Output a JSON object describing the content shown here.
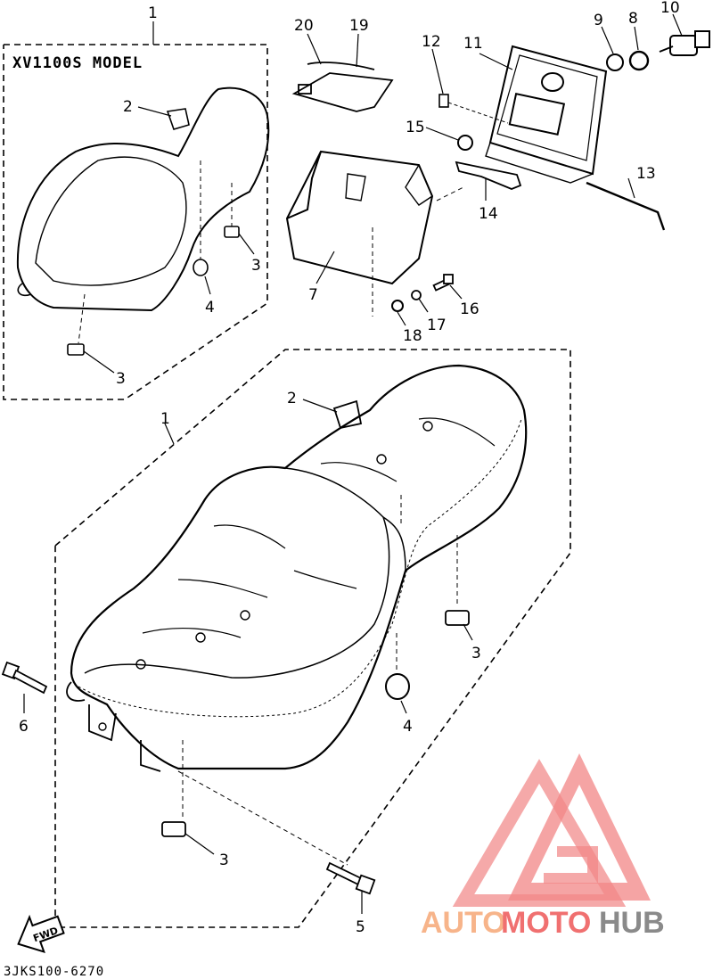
{
  "diagram": {
    "inset_title": "XV1100S MODEL",
    "catalog_code": "3JKS100-6270",
    "fwd_label": "FWD",
    "callouts": {
      "c1_inset": "1",
      "c2_inset": "2",
      "c3_inset_a": "3",
      "c3_inset_b": "3",
      "c4_inset": "4",
      "c20": "20",
      "c19": "19",
      "c12": "12",
      "c11": "11",
      "c9": "9",
      "c8": "8",
      "c10": "10",
      "c15": "15",
      "c13": "13",
      "c14": "14",
      "c7": "7",
      "c16": "16",
      "c17": "17",
      "c18": "18",
      "c1_main": "1",
      "c2_main": "2",
      "c3_main_a": "3",
      "c3_main_b": "3",
      "c4_main": "4",
      "c6": "6",
      "c5": "5"
    }
  },
  "watermark": {
    "part1": "AUTO",
    "part2": "MOTO",
    "part3": "HUB",
    "color_light": "#f7b48a",
    "color_red": "#f07070",
    "color_grey": "#8a8a8a"
  }
}
